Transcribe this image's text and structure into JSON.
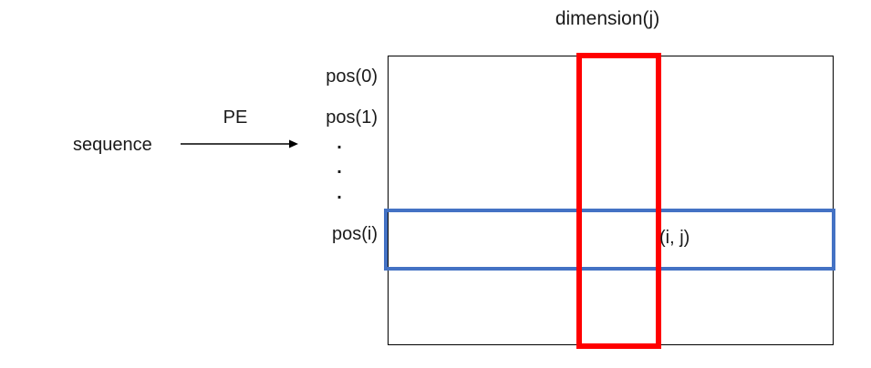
{
  "diagram": {
    "title": "dimension(j)",
    "input_label": "sequence",
    "transform_label": "PE",
    "row_labels": {
      "pos_0": "pos(0)",
      "pos_1": "pos(1)",
      "dot_1": ".",
      "dot_2": ".",
      "dot_3": ".",
      "pos_i": "pos(i)"
    },
    "cell_label": "(i, j)",
    "colors": {
      "column_highlight": "#ff0000",
      "row_highlight": "#4472c4",
      "matrix_border": "#000000",
      "text_color": "#1a1a1a",
      "background": "#ffffff"
    }
  }
}
